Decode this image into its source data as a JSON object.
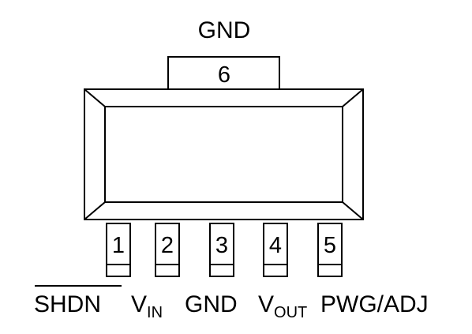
{
  "top_tab": {
    "label": "GND",
    "pin_number": "6"
  },
  "pins": [
    {
      "number": "1",
      "label": "SHDN",
      "overline": true
    },
    {
      "number": "2",
      "label": "V",
      "subscript": "IN"
    },
    {
      "number": "3",
      "label": "GND"
    },
    {
      "number": "4",
      "label": "V",
      "subscript": "OUT"
    },
    {
      "number": "5",
      "label": "PWG/ADJ"
    }
  ]
}
